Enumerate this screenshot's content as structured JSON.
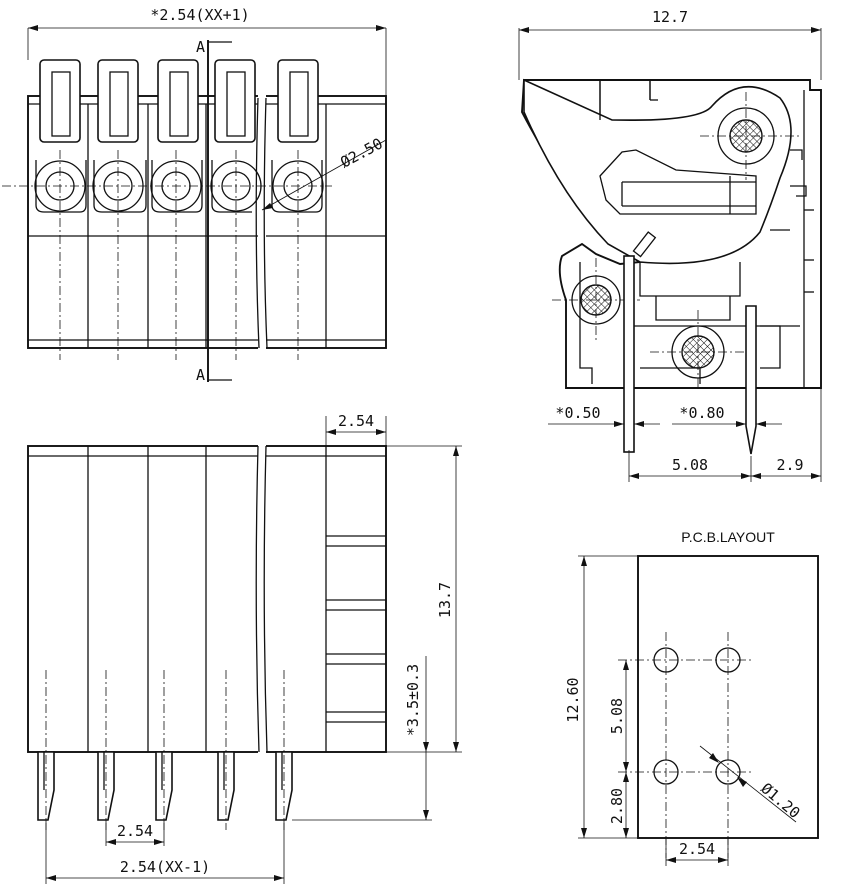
{
  "drawing": {
    "top_view": {
      "dim_pitch_total": "*2.54(XX+1)",
      "dim_hole_diameter": "Ø2.50",
      "section_mark": "A"
    },
    "side_view": {
      "dim_width": "12.7",
      "dim_pin_width": "*0.50",
      "dim_pin_diag": "*0.80",
      "dim_pin_spacing": "5.08",
      "dim_pin_offset": "2.9"
    },
    "front_view": {
      "dim_module_width": "2.54",
      "dim_height": "13.7",
      "dim_pin_length": "*3.5±0.3",
      "dim_pitch": "2.54",
      "dim_total": "2.54(XX-1)"
    },
    "pcb_layout": {
      "title": "P.C.B.LAYOUT",
      "dim_height": "12.60",
      "dim_row_spacing": "5.08",
      "dim_edge_offset": "2.80",
      "dim_hole": "Ø1.20",
      "dim_pitch": "2.54"
    }
  }
}
